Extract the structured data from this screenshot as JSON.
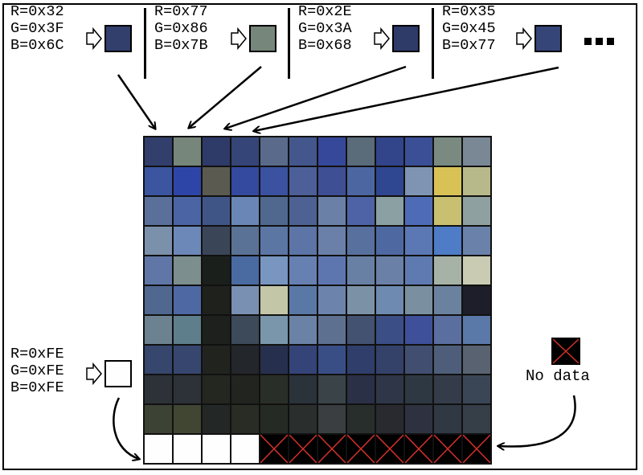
{
  "colors": {
    "c0": "#323f6c",
    "c1": "#77867b",
    "c2": "#2e3a68",
    "c3": "#354577",
    "white": "#fefefe",
    "nodata_x": "#d0302a"
  },
  "top_samples": [
    {
      "r": "R=0x32",
      "g": "G=0x3F",
      "b": "B=0x6C",
      "color": "#323f6c"
    },
    {
      "r": "R=0x77",
      "g": "G=0x86",
      "b": "B=0x7B",
      "color": "#77867b"
    },
    {
      "r": "R=0x2E",
      "g": "G=0x3A",
      "b": "B=0x68",
      "color": "#2e3a68"
    },
    {
      "r": "R=0x35",
      "g": "G=0x45",
      "b": "B=0x77",
      "color": "#354577"
    }
  ],
  "white_sample": {
    "r": "R=0xFE",
    "g": "G=0xFE",
    "b": "B=0xFE",
    "color": "#fefefe"
  },
  "nodata_label": "No data",
  "grid": {
    "rows": [
      [
        "#323f6c",
        "#77867b",
        "#2e3a68",
        "#354577",
        "#5a6a8a",
        "#44578d",
        "#36489a",
        "#5a6b7a",
        "#32448a",
        "#3a4f96",
        "#7a8a80",
        "#7a8896"
      ],
      [
        "#3b55a0",
        "#2e45a8",
        "#5a5a50",
        "#344a9e",
        "#3a52a0",
        "#4c5f98",
        "#3f4f94",
        "#4c66a2",
        "#2f4690",
        "#7e94b2",
        "#d8c256",
        "#b8b98a"
      ],
      [
        "#5a709a",
        "#4a64a4",
        "#3f5586",
        "#6a86b6",
        "#50688e",
        "#4d6292",
        "#6a80a6",
        "#4e62a6",
        "#8aa0a2",
        "#4e6cb6",
        "#c8c070",
        "#8fa0a0"
      ],
      [
        "#7b90aa",
        "#6c88b8",
        "#3a4658",
        "#5a7296",
        "#5c76a4",
        "#5c74a6",
        "#6a80a8",
        "#58709e",
        "#4e68a2",
        "#5c78b4",
        "#4e7cc6",
        "#6a82aa"
      ],
      [
        "#6076a6",
        "#7c8e8e",
        "#1b1f1c",
        "#4a6aa2",
        "#7896c0",
        "#6680b2",
        "#5e76b0",
        "#6880a4",
        "#6a80a6",
        "#5e7ab0",
        "#a6b2a6",
        "#c9ccb2"
      ],
      [
        "#506890",
        "#4e68a4",
        "#1e211c",
        "#7a90b2",
        "#c4c6a8",
        "#5a78a6",
        "#6c84ac",
        "#7b92a6",
        "#6e8ab0",
        "#7a90a0",
        "#6b829e",
        "#1e1e2a"
      ],
      [
        "#6c8290",
        "#5e7e8c",
        "#1e201d",
        "#3c4a5a",
        "#7a96aa",
        "#6a82a6",
        "#5e7090",
        "#425270",
        "#3c4e86",
        "#3e509a",
        "#5a6ea0",
        "#5a78a8"
      ],
      [
        "#36466c",
        "#36466e",
        "#21231f",
        "#23262a",
        "#26304e",
        "#344478",
        "#3a4e86",
        "#2f3e6a",
        "#34426a",
        "#414e70",
        "#4e5e7a",
        "#596270"
      ],
      [
        "#2c3238",
        "#2c3238",
        "#242720",
        "#22241f",
        "#2a2e28",
        "#2a323a",
        "#3a4448",
        "#2a3046",
        "#2e3648",
        "#2e3842",
        "#343c4a",
        "#3a4656"
      ],
      [
        "#3c4234",
        "#404632",
        "#232826",
        "#282c24",
        "#262a24",
        "#2a2e2c",
        "#3a3e40",
        "#282e2c",
        "#282a30",
        "#2e3240",
        "#303844",
        "#363e48"
      ]
    ],
    "bottom_white_count": 4,
    "bottom_nodata_count": 8
  }
}
